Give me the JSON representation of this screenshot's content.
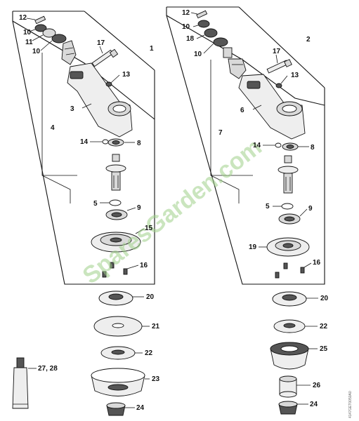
{
  "diagram": {
    "watermark": "SparesGarden.com",
    "drawing_code": "4147GET0050A0",
    "labels": {
      "l12a": "12",
      "l10a": "10",
      "l11": "11",
      "l10b": "10",
      "l17a": "17",
      "l1": "1",
      "l13a": "13",
      "l3": "3",
      "l4": "4",
      "l14a": "14",
      "l8a": "8",
      "l5a": "5",
      "l9a": "9",
      "l15": "15",
      "l16a": "16",
      "l20a": "20",
      "l21": "21",
      "l22a": "22",
      "l23": "23",
      "l24a": "24",
      "l2728": "27, 28",
      "l12b": "12",
      "l10c": "10",
      "l18": "18",
      "l10d": "10",
      "l17b": "17",
      "l2": "2",
      "l13b": "13",
      "l6": "6",
      "l7": "7",
      "l14b": "14",
      "l8b": "8",
      "l5b": "5",
      "l9b": "9",
      "l19": "19",
      "l16b": "16",
      "l20b": "20",
      "l22b": "22",
      "l25": "25",
      "l26": "26",
      "l24b": "24"
    }
  }
}
